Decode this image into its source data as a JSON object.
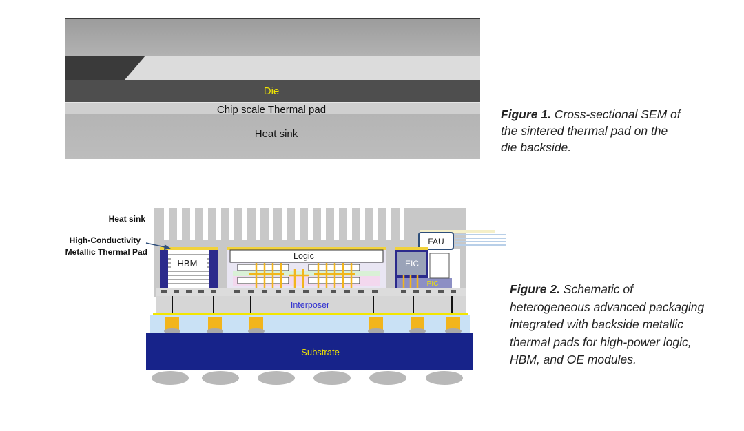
{
  "figure1": {
    "die_label": "Die",
    "pad_label": "Chip scale Thermal pad",
    "sink_label": "Heat sink",
    "caption_bold": "Figure 1.",
    "caption_text": " Cross-sectional SEM of the sintered thermal pad on the die backside."
  },
  "figure2": {
    "heat_sink_label": "Heat sink",
    "pad_label_line1": "High-Conductivity",
    "pad_label_line2": "Metallic Thermal Pad",
    "hbm_label": "HBM",
    "logic_label": "Logic",
    "eic_label": "EIC",
    "pic_label": "PIC",
    "fau_label": "FAU",
    "interposer_label": "Interposer",
    "substrate_label": "Substrate",
    "caption_bold": "Figure 2.",
    "caption_text": " Schematic of heterogeneous advanced packaging integrated with backside metallic thermal pads for high-power logic, HBM, and OE modules."
  },
  "colors": {
    "die_text": "#f2e600",
    "substrate": "#17238a",
    "interposer_text": "#2f2fd0",
    "hbm_side": "#2b2a8c",
    "bump": "#f2b51c",
    "pad_line": "#f1d23b"
  }
}
